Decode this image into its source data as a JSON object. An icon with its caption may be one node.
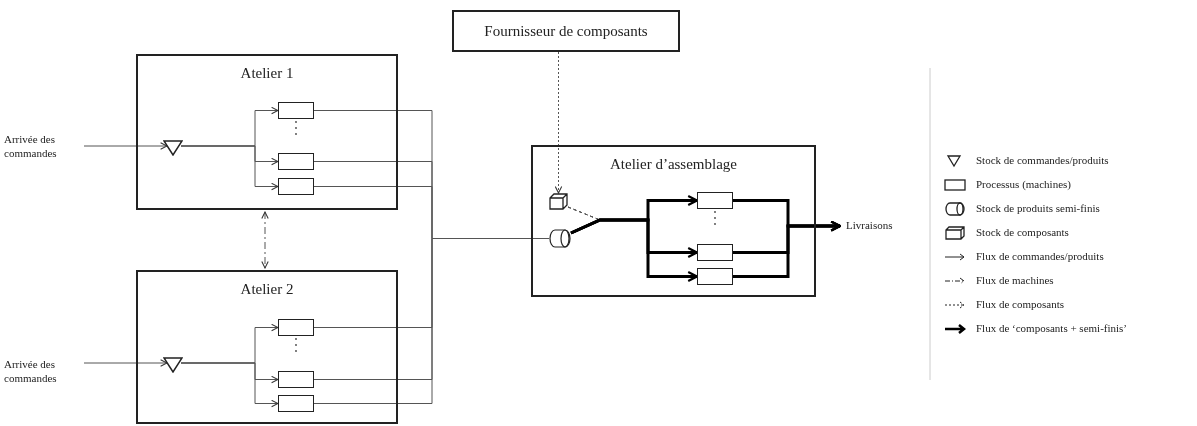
{
  "diagram": {
    "nodes": [
      {
        "text": [
          "Fournisseur de composants"
        ]
      },
      {
        "text": [
          "Atelier 1"
        ]
      },
      {
        "text": [],
        "shape": "triangle",
        "in": 1
      },
      {
        "text": [],
        "shape": "box",
        "in": 1
      },
      {
        "text": [],
        "shape": "box",
        "in": 1
      },
      {
        "text": [],
        "shape": "box",
        "in": 1
      },
      {
        "text": [
          "Atelier 2"
        ]
      },
      {
        "text": [],
        "shape": "triangle",
        "in": 6
      },
      {
        "text": [],
        "shape": "box",
        "in": 6
      },
      {
        "text": [],
        "shape": "box",
        "in": 6
      },
      {
        "text": [],
        "shape": "box",
        "in": 6
      },
      {
        "text": [
          "Atelier d’assemblage"
        ]
      },
      {
        "text": [],
        "shape": "box",
        "in": 11
      },
      {
        "text": [],
        "shape": "cylinder",
        "in": 11
      },
      {
        "text": [],
        "shape": "box",
        "in": 11
      },
      {
        "text": [],
        "shape": "box",
        "in": 11
      },
      {
        "text": [],
        "shape": "box",
        "in": 11
      },
      {
        "text": [
          "Arrivée des commandes"
        ]
      },
      {
        "text": [
          "Arrivée des commandes"
        ]
      },
      {
        "text": [
          "Livraisons"
        ]
      }
    ],
    "edges": [
      {
        "from": 17,
        "to": 2,
        "arrow": "to"
      },
      {
        "from": 2,
        "to": 3,
        "arrow": "to"
      },
      {
        "from": 2,
        "to": 4,
        "arrow": "to"
      },
      {
        "from": 2,
        "to": 5,
        "arrow": "to"
      },
      {
        "from": 1,
        "to": 6,
        "arrow": "both",
        "style": "dashed"
      },
      {
        "from": 3,
        "to": 13,
        "arrow": "none"
      },
      {
        "from": 4,
        "to": 13,
        "arrow": "none"
      },
      {
        "from": 5,
        "to": 13,
        "arrow": "none"
      },
      {
        "from": 18,
        "to": 7,
        "arrow": "to"
      },
      {
        "from": 7,
        "to": 8,
        "arrow": "to"
      },
      {
        "from": 7,
        "to": 9,
        "arrow": "to"
      },
      {
        "from": 7,
        "to": 10,
        "arrow": "to"
      },
      {
        "from": 8,
        "to": 13,
        "arrow": "none"
      },
      {
        "from": 9,
        "to": 13,
        "arrow": "none"
      },
      {
        "from": 10,
        "to": 13,
        "arrow": "none"
      },
      {
        "from": 0,
        "to": 12,
        "arrow": "to",
        "style": "dashed"
      },
      {
        "from": 12,
        "to": 14,
        "arrow": "to",
        "style": "dashed"
      },
      {
        "from": 12,
        "to": 15,
        "arrow": "to",
        "style": "dashed"
      },
      {
        "from": 12,
        "to": 16,
        "arrow": "to",
        "style": "dashed"
      },
      {
        "from": 13,
        "to": 14,
        "arrow": "to",
        "style": "thick"
      },
      {
        "from": 13,
        "to": 15,
        "arrow": "to",
        "style": "thick"
      },
      {
        "from": 13,
        "to": 16,
        "arrow": "to",
        "style": "thick"
      },
      {
        "from": 14,
        "to": 19,
        "arrow": "to",
        "style": "thick"
      },
      {
        "from": 15,
        "to": 19,
        "arrow": "to",
        "style": "thick"
      },
      {
        "from": 16,
        "to": 19,
        "arrow": "to",
        "style": "thick"
      }
    ],
    "legend": [
      {
        "text": "Stock de commandes/produits"
      },
      {
        "text": "Processus (machines)"
      },
      {
        "text": "Stock de produits semi-finis"
      },
      {
        "text": "Stock de composants"
      },
      {
        "text": "Flux de commandes/produits"
      },
      {
        "text": "Flux de machines"
      },
      {
        "text": "Flux de composants"
      },
      {
        "text": "Flux de ‘composants + semi-finis’"
      }
    ]
  }
}
